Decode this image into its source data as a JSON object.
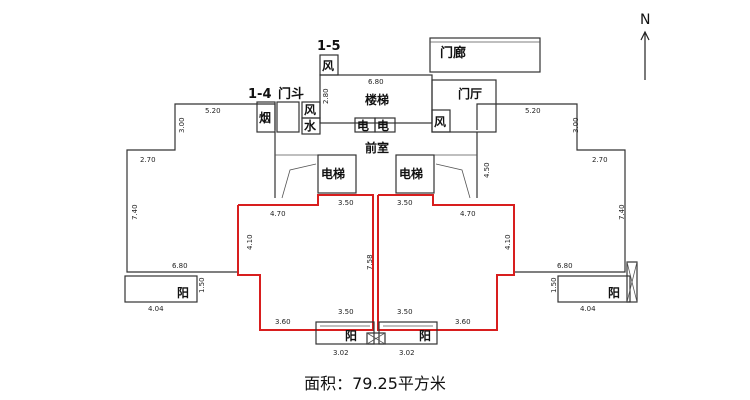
{
  "north": "N",
  "area_label": "面积：79.25平方米",
  "labels": {
    "ref_1_5": "1-5",
    "ref_1_4": "1-4",
    "door_hood": "门斗",
    "feng": "风",
    "yan": "烟",
    "shui": "水",
    "dian": "电",
    "corridor": "门廊",
    "stairs": "楼梯",
    "hall": "门厅",
    "front_room": "前室",
    "elevator": "电梯",
    "balcony": "阳"
  },
  "dims": {
    "d680": "6.80",
    "d280": "2.80",
    "d520": "5.20",
    "d300": "3.00",
    "d270": "2.70",
    "d740": "7.40",
    "d450": "4.50",
    "d470": "4.70",
    "d350": "3.50",
    "d410": "4.10",
    "d758": "7.58",
    "d360": "3.60",
    "d302": "3.02",
    "d150": "1.50",
    "d404": "4.04"
  }
}
